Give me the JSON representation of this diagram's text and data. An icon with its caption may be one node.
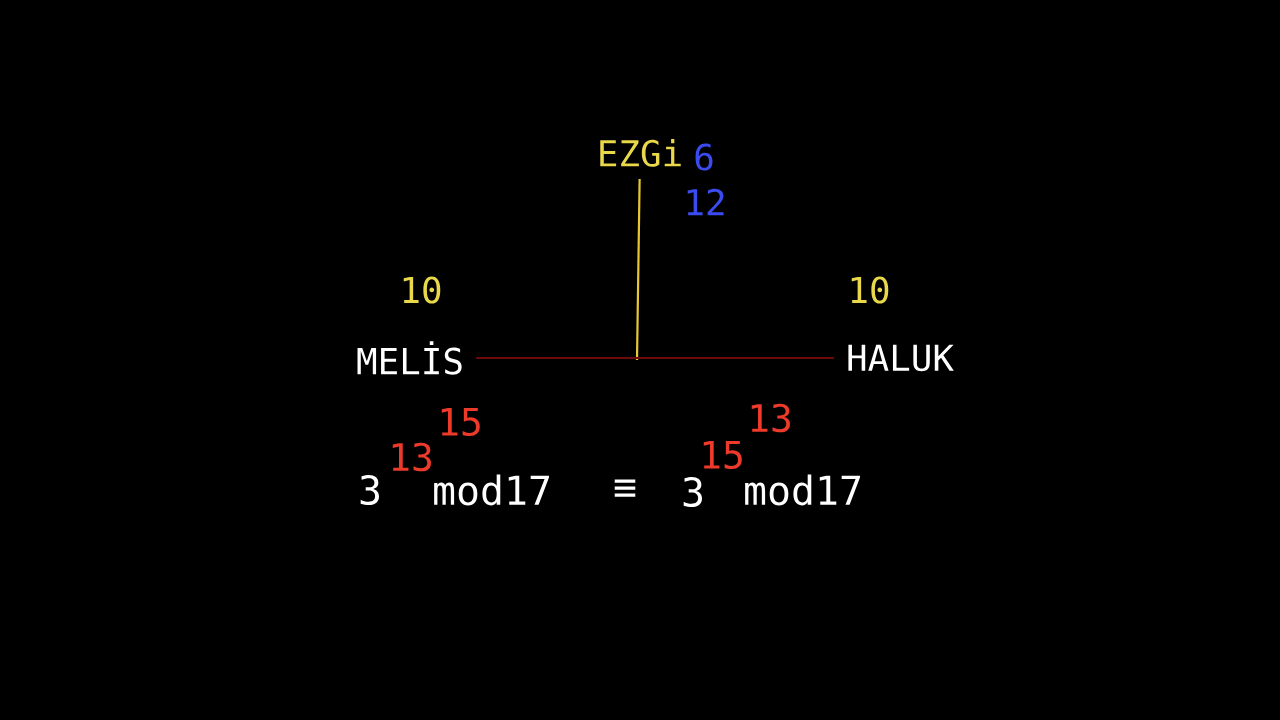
{
  "diagram": {
    "nodes": [
      {
        "text": [
          "EZGi"
        ],
        "beside": [
          "6",
          "12"
        ]
      },
      {
        "text": [
          "MELİS"
        ],
        "beside": [
          "10"
        ]
      },
      {
        "text": [
          "HALUK"
        ],
        "beside": [
          "10"
        ]
      }
    ],
    "edges": [
      {
        "from": 0,
        "to": null,
        "arrow": "none",
        "color": "#e8c830"
      },
      {
        "from": 1,
        "to": 2,
        "arrow": "none",
        "color": "#6e0a0a"
      }
    ],
    "labels": [
      "15",
      "13",
      "13",
      "15",
      "3",
      "mod17",
      "≡",
      "3",
      "mod17"
    ]
  }
}
